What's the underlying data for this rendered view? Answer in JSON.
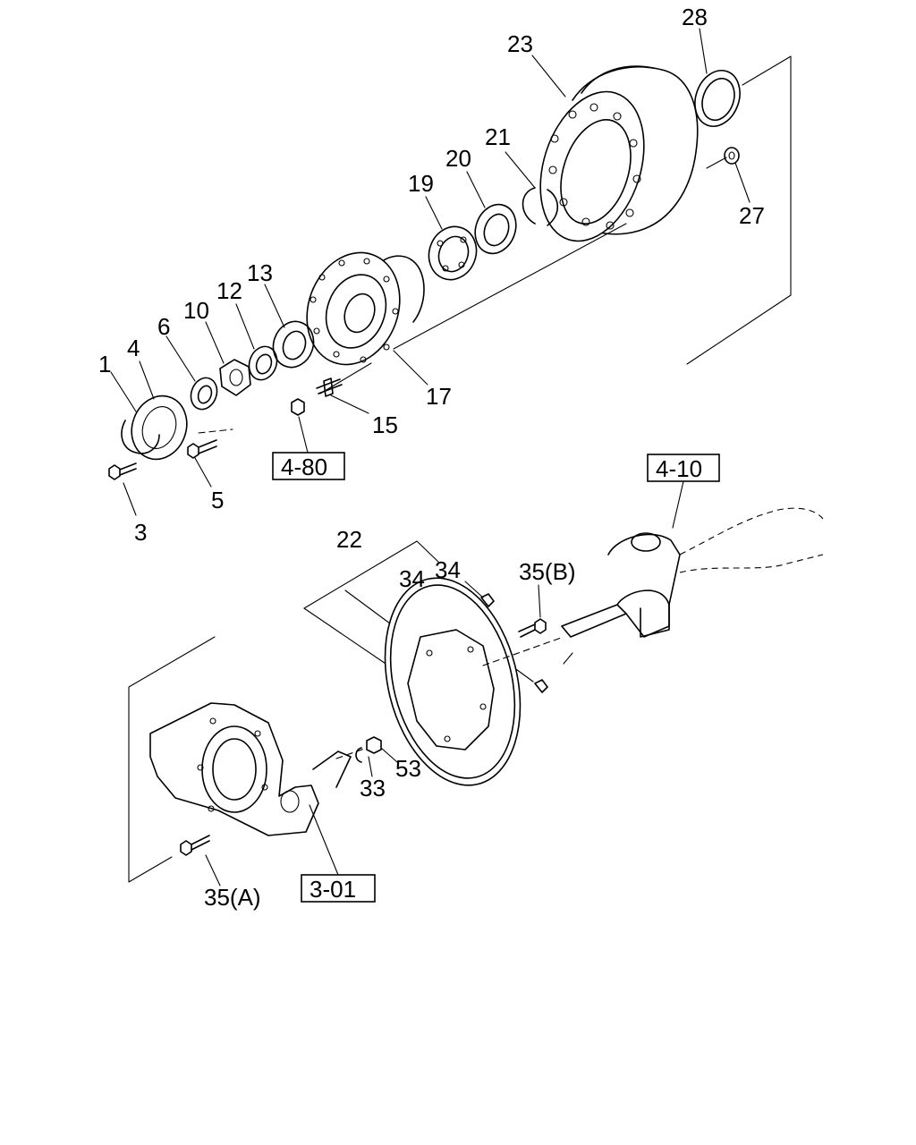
{
  "labels": {
    "p1": "1",
    "p3": "3",
    "p4": "4",
    "p5": "5",
    "p6": "6",
    "p10": "10",
    "p12": "12",
    "p13": "13",
    "p15": "15",
    "p17": "17",
    "p19": "19",
    "p20": "20",
    "p21": "21",
    "p22": "22",
    "p23": "23",
    "p27": "27",
    "p28": "28",
    "p33": "33",
    "p34a": "34",
    "p34b": "34",
    "p35a": "35(A)",
    "p35b": "35(B)",
    "p53": "53"
  },
  "references": {
    "r480": "4-80",
    "r410": "4-10",
    "r301": "3-01"
  },
  "colors": {
    "line": "#000000",
    "background": "#ffffff"
  }
}
